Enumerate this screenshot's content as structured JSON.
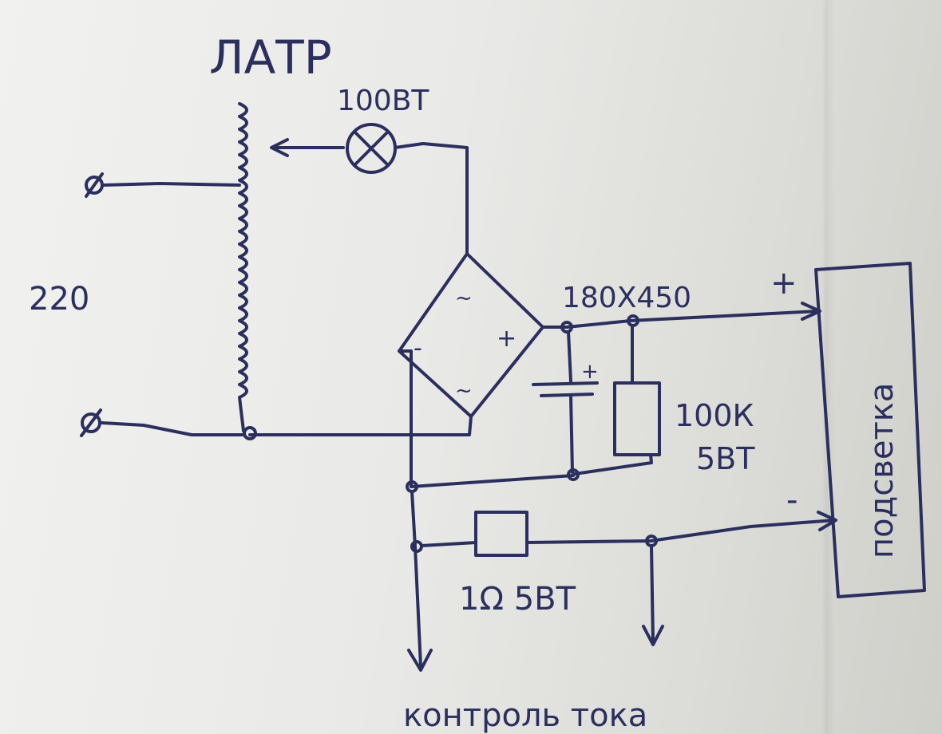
{
  "title": "ЛАТР",
  "lamp_label": "100ВТ",
  "input_voltage": "220",
  "capacitor_label": "180Х450",
  "resistor_label": {
    "value": "100К",
    "power": "5ВТ"
  },
  "shunt_label": "1Ω 5ВТ",
  "load_label": "подсветка",
  "load_plus": "+",
  "load_minus": "-",
  "cap_plus": "+",
  "bridge": {
    "ac_top": "~",
    "ac_bottom": "~",
    "plus": "+",
    "minus": "-"
  },
  "measure_label": "контроль тока",
  "colors": {
    "ink": "#2b2f5e",
    "paper": "#e9e9e7"
  }
}
